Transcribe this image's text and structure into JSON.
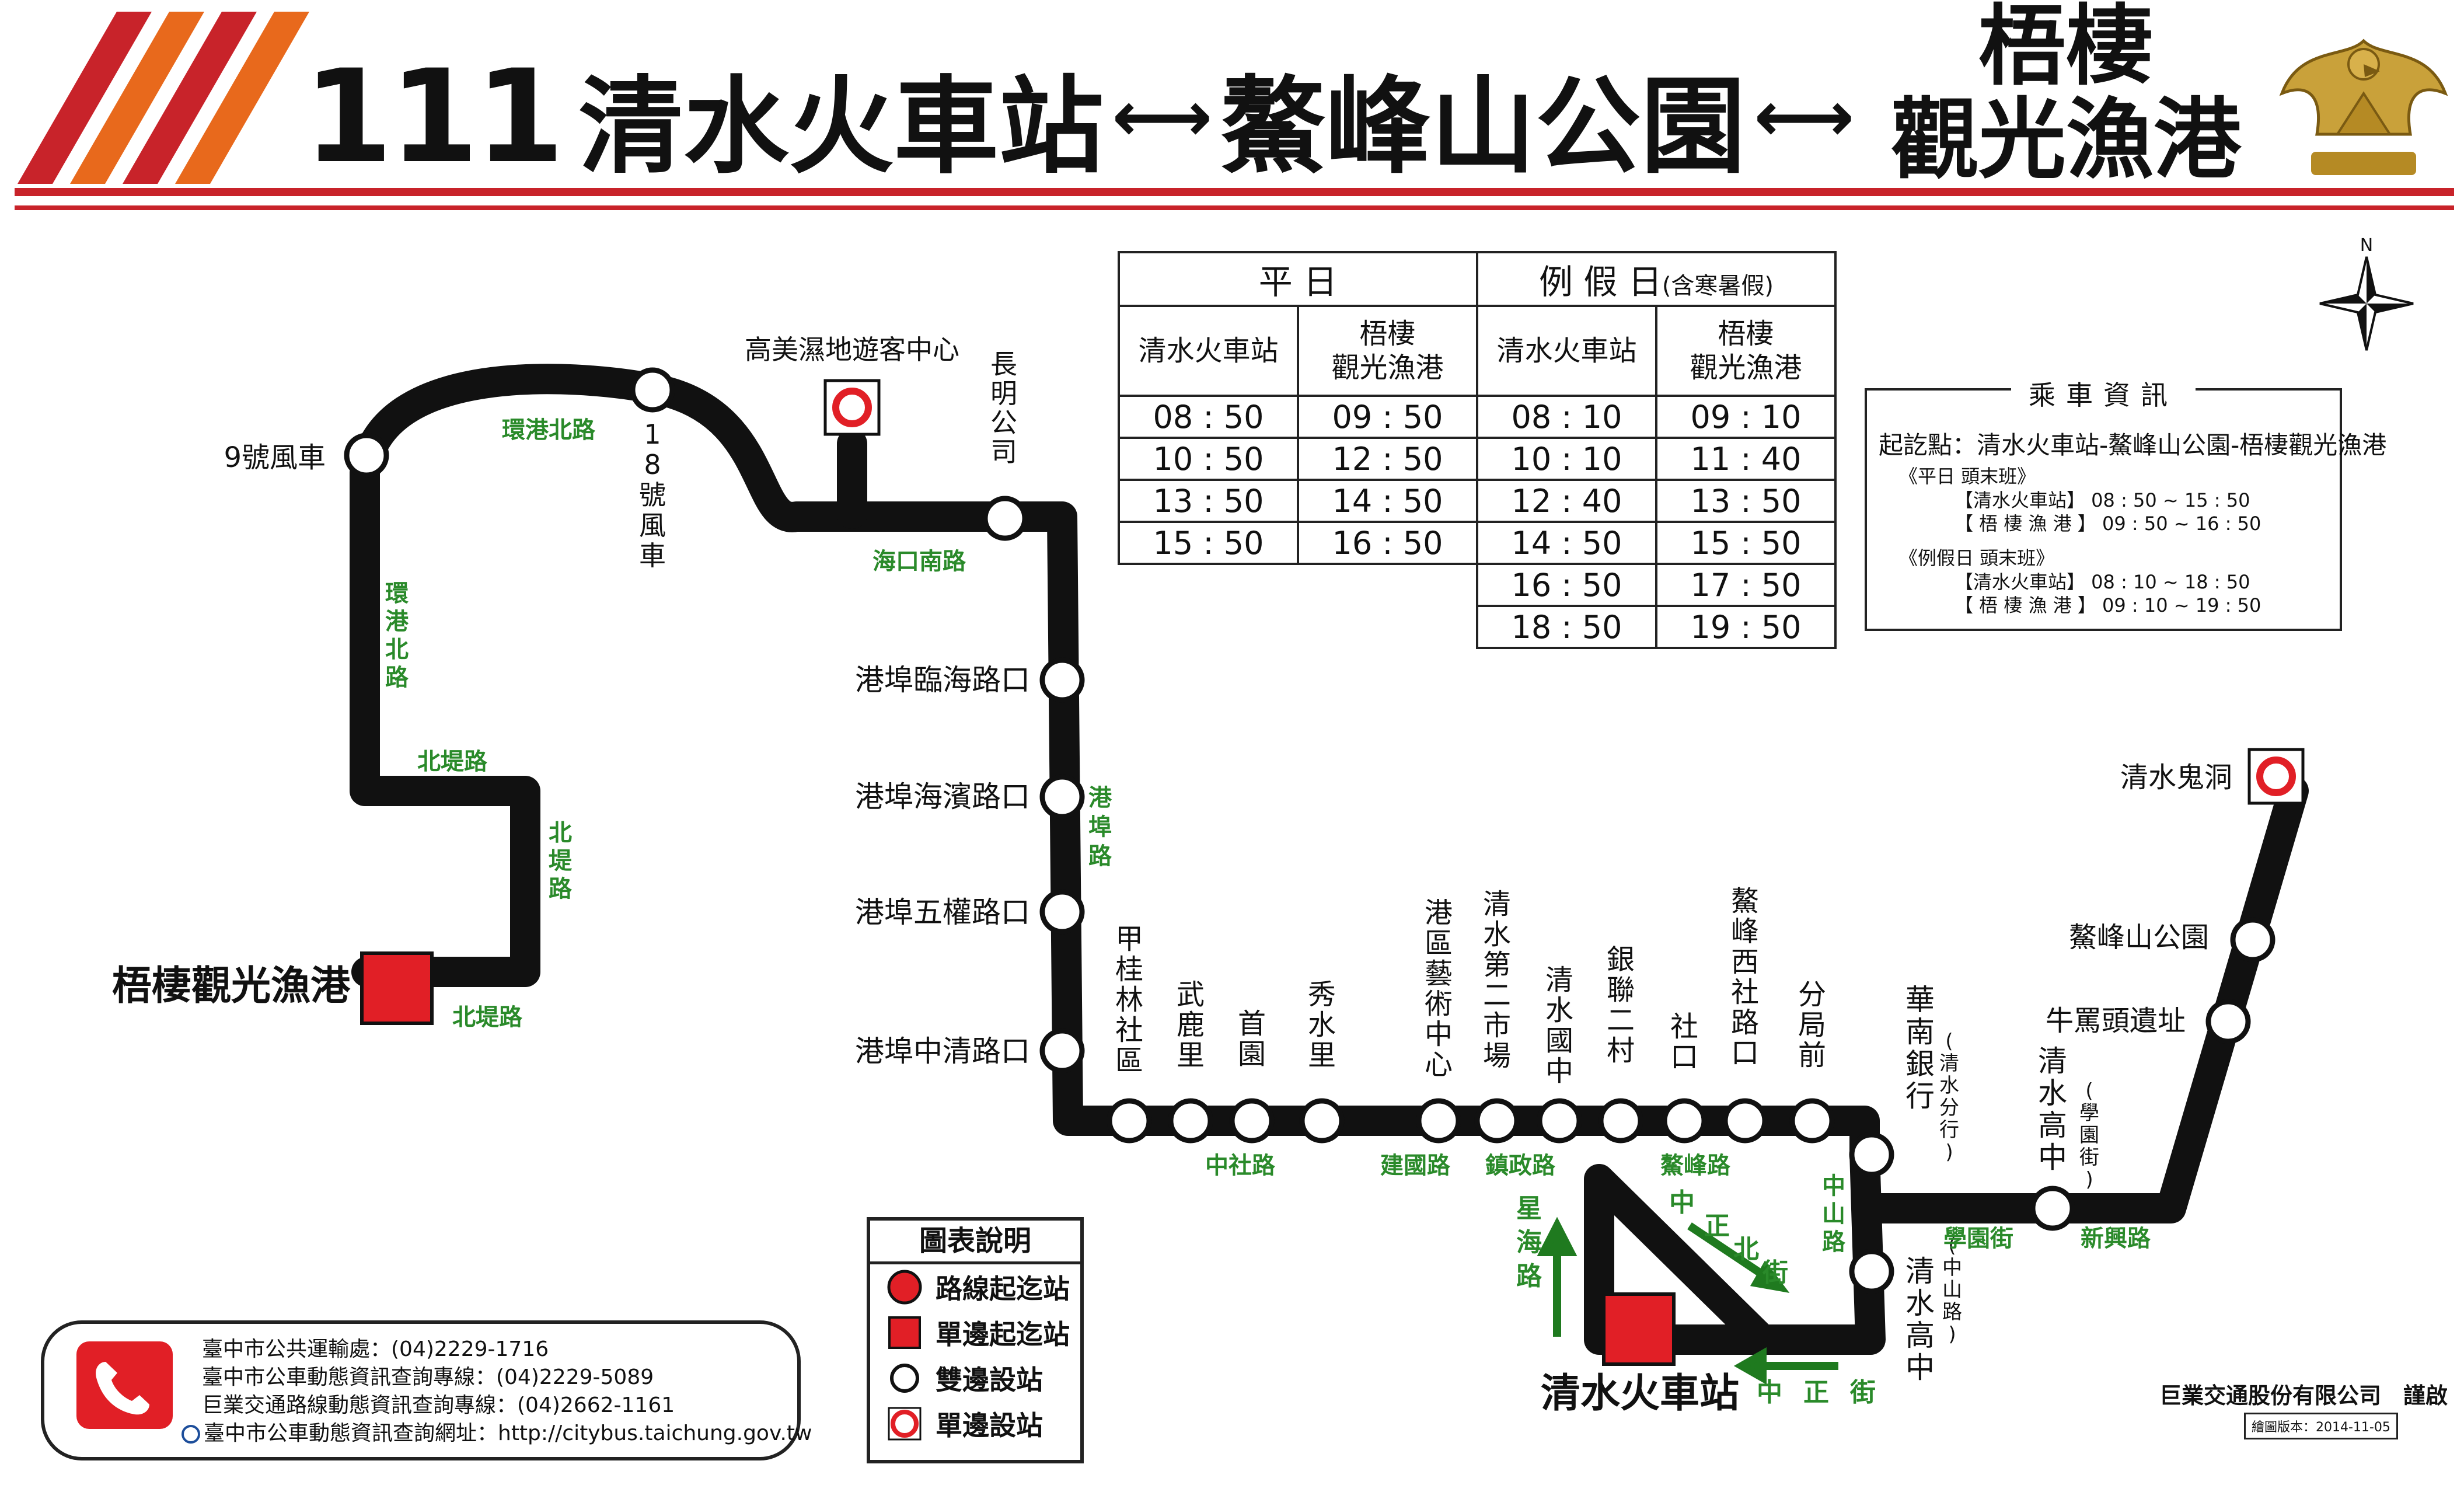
{
  "header": {
    "route_number": "111",
    "station_start": "清水火車站",
    "station_mid": "鰲峰山公園",
    "station_end_line1": "梧棲",
    "station_end_line2": "觀光漁港",
    "arrow": "⟷",
    "stripe_colors": [
      "#c8232a",
      "#e8691c"
    ],
    "emblem": "eagle-emblem"
  },
  "timetable": {
    "weekday_header": "平 日",
    "holiday_header": "例 假 日",
    "holiday_note": "(含寒暑假)",
    "col_start": "清水火車站",
    "col_end_line1": "梧棲",
    "col_end_line2": "觀光漁港",
    "weekday": [
      [
        "08 : 50",
        "09 : 50"
      ],
      [
        "10 : 50",
        "12 : 50"
      ],
      [
        "13 : 50",
        "14 : 50"
      ],
      [
        "15 : 50",
        "16 : 50"
      ]
    ],
    "holiday": [
      [
        "08 : 10",
        "09 : 10"
      ],
      [
        "10 : 10",
        "11 : 40"
      ],
      [
        "12 : 40",
        "13 : 50"
      ],
      [
        "14 : 50",
        "15 : 50"
      ],
      [
        "16 : 50",
        "17 : 50"
      ],
      [
        "18 : 50",
        "19 : 50"
      ]
    ]
  },
  "info": {
    "title": "乘車資訊",
    "endpoints": "起訖點：清水火車站-鰲峰山公園-梧棲觀光漁港",
    "weekday_label": "《平日 頭末班》",
    "weekday_start": "【清水火車站】 08 : 50 ~ 15 : 50",
    "weekday_end": "【 梧 棲 漁 港 】 09 : 50 ~ 16 : 50",
    "holiday_label": "《例假日 頭末班》",
    "holiday_start": "【清水火車站】 08 : 10 ~ 18 : 50",
    "holiday_end": "【 梧 棲 漁 港 】 09 : 10 ~ 19 : 50"
  },
  "stops": {
    "wuqi_harbor": "梧棲觀光漁港",
    "windmill_9": "9號風車",
    "windmill_18": "18號風車",
    "gaomei_center": "高美濕地遊客中心",
    "changming": "長明公司",
    "linhai": "港埠臨海路口",
    "haibin": "港埠海濱路口",
    "wuquan": "港埠五權路口",
    "zhongqing": "港埠中清路口",
    "jiaguilin": "甲桂林社區",
    "wululi": "武鹿里",
    "shouyuan": "首園",
    "xiushuili": "秀水里",
    "arts_center": "港區藝術中心",
    "market_2": "清水第二市場",
    "qingshui_jr": "清水國中",
    "yinlian": "銀聯二村",
    "shekou": "社口",
    "aofeng_west": "鰲峰西社路口",
    "branch_office": "分局前",
    "huanan_bank": "華南銀行",
    "huanan_note": "(清水分行)",
    "qingshui_hs_a": "清水高中",
    "qingshui_hs_a_note": "(中山路)",
    "qingshui_hs_b": "清水高中",
    "qingshui_hs_b_note": "(學園街)",
    "niumatou": "牛罵頭遺址",
    "aofeng_park": "鰲峰山公園",
    "ghost_cave": "清水鬼洞",
    "qingshui_station": "清水火車站"
  },
  "roads": {
    "huangang_n1": "環港北路",
    "huangang_n2": "環港北路",
    "beiti_1": "北堤路",
    "beiti_2": "北堤路",
    "beiti_3": "北堤路",
    "haikou_s": "海口南路",
    "gangbu": "港埠路",
    "zhongshe": "中社路",
    "jianguo": "建國路",
    "zhenzheng": "鎮政路",
    "aofeng": "鰲峰路",
    "zhongshan": "中山路",
    "xueyuan": "學園街",
    "xinxing": "新興路",
    "xinghai": "星海路",
    "zhongzheng_n": "中正北街",
    "zhongzheng": "中正街"
  },
  "compass": {
    "north": "N"
  },
  "legend": {
    "title": "圖表說明",
    "start_both": "路線起迄站",
    "start_single": "單邊起迄站",
    "stop_both": "雙邊設站",
    "stop_single": "單邊設站"
  },
  "contact": {
    "line1": "臺中市公共運輸處：(04)2229-1716",
    "line2": "臺中市公車動態資訊查詢專線：(04)2229-5089",
    "line3": "巨業交通路線動態資訊查詢專線：(04)2662-1161",
    "line4": "臺中市公車動態資訊查詢網址：http://citybus.taichung.gov.tw",
    "phone_icon": "phone-icon"
  },
  "company": "巨業交通股份有限公司　謹啟",
  "version": "繪圖版本：2014-11-05",
  "colors": {
    "route": "#111111",
    "accent_red": "#e11f26",
    "road_green": "#2a8a2a",
    "stripe_red": "#c8232a",
    "stripe_orange": "#e8691c"
  }
}
